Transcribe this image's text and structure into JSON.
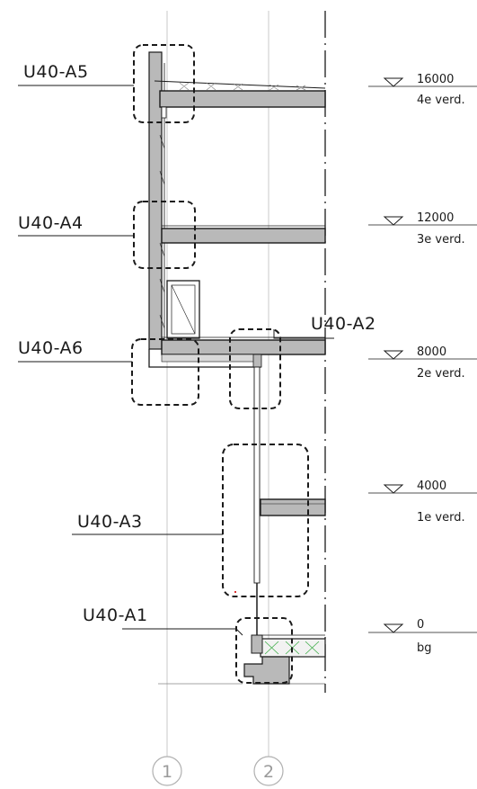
{
  "detail_tags": [
    "U40-A5",
    "U40-A4",
    "U40-A6",
    "U40-A2",
    "U40-A3",
    "U40-A1"
  ],
  "levels": [
    {
      "elevation": "16000",
      "name": "4e verd."
    },
    {
      "elevation": "12000",
      "name": "3e verd."
    },
    {
      "elevation": "8000",
      "name": "2e verd."
    },
    {
      "elevation": "4000",
      "name": "1e verd."
    },
    {
      "elevation": "0",
      "name": "bg"
    }
  ],
  "grid_axes": [
    "1",
    "2"
  ],
  "colors": {
    "line": "#1a1a1a",
    "concrete": "#b9b9b9",
    "grid": "#c4c4c4",
    "insulation": "#3fae49"
  }
}
